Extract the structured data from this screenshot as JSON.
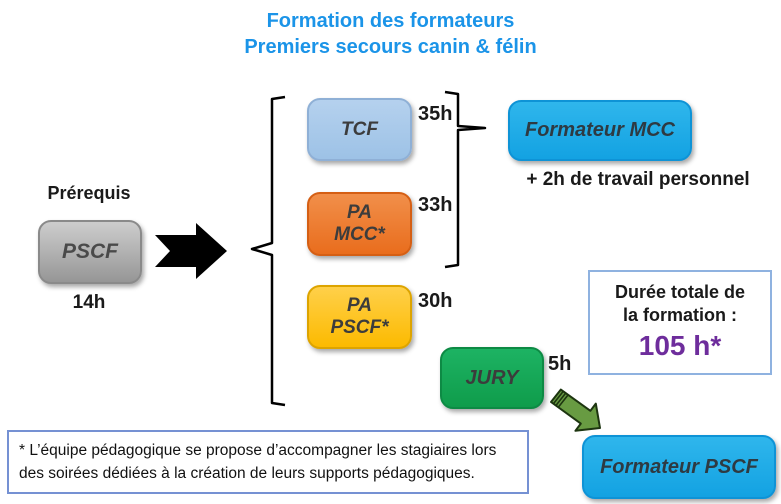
{
  "title": {
    "line1": "Formation des formateurs",
    "line2": "Premiers secours canin & félin",
    "color": "#1b94e8"
  },
  "prerequisite": {
    "heading": "Prérequis",
    "box_label": "PSCF",
    "duration": "14h",
    "box_color": "#aaaaaa"
  },
  "modules": [
    {
      "label": "TCF",
      "duration": "35h",
      "color": "#a7c8ea"
    },
    {
      "label": "PA MCC*",
      "duration": "33h",
      "color": "#ed7425"
    },
    {
      "label": "PA PSCF*",
      "duration": "30h",
      "color": "#fec310"
    }
  ],
  "jury": {
    "label": "JURY",
    "duration": "5h",
    "color": "#14a454"
  },
  "outcomes": {
    "mcc": {
      "label": "Formateur MCC",
      "note": "+ 2h de travail personnel",
      "color": "#1aace8"
    },
    "pscf": {
      "label": "Formateur PSCF",
      "color": "#1aace8"
    }
  },
  "total": {
    "line1": "Durée totale de",
    "line2": "la formation :",
    "value": "105 h*",
    "value_color": "#6e2d9c"
  },
  "footnote": "* L’équipe pédagogique se propose d’accompagner les stagiaires lors des soirées dédiées à la création de leurs supports pédagogiques.",
  "icons": {
    "flow_arrow": "black-right-arrow",
    "result_arrow": "green-diagonal-arrow"
  }
}
